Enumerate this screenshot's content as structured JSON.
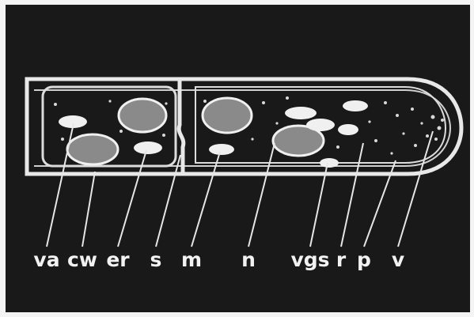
{
  "diagram": {
    "labels": [
      {
        "key": "va",
        "text": "va"
      },
      {
        "key": "cw",
        "text": "cw"
      },
      {
        "key": "er",
        "text": "er"
      },
      {
        "key": "s",
        "text": "s"
      },
      {
        "key": "m",
        "text": "m"
      },
      {
        "key": "n",
        "text": "n"
      },
      {
        "key": "vgs",
        "text": "vgs"
      },
      {
        "key": "r",
        "text": "r"
      },
      {
        "key": "p",
        "text": "p"
      },
      {
        "key": "v",
        "text": "v"
      }
    ]
  }
}
